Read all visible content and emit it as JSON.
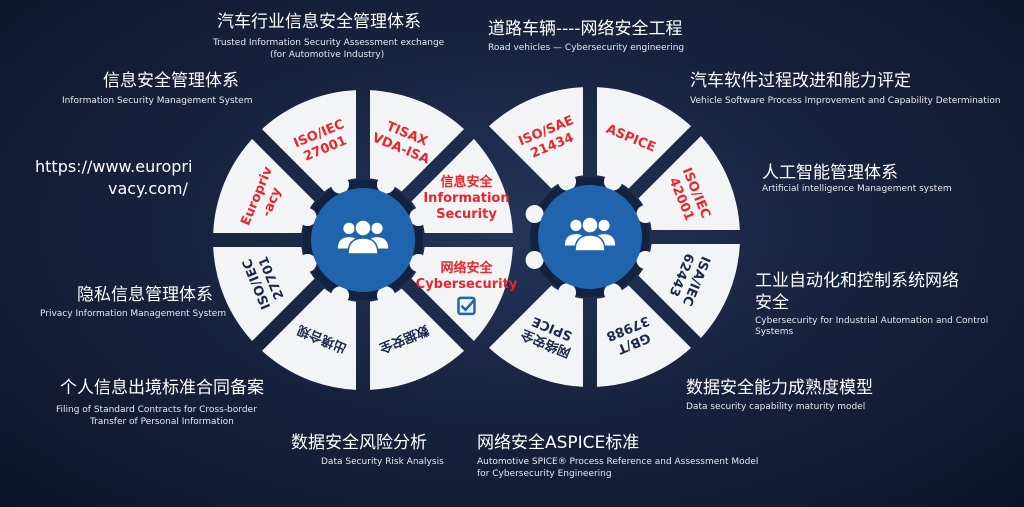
{
  "labels": {
    "tisax_cn": "汽车行业信息安全管理体系",
    "tisax_en1": "Trusted Information Security Assessment exchange",
    "tisax_en2": "(for Automotive Industry)",
    "isms_cn": "信息安全管理体系",
    "isms_en": "Information Security Management System",
    "euro_url1": "https://www.europri",
    "euro_url2": "vacy.com/",
    "pims_cn": "隐私信息管理体系",
    "pims_en": "Privacy Information Management System",
    "pi_cn": "个人信息出境标准合同备案",
    "pi_en1": "Filing of Standard Contracts for Cross-border",
    "pi_en2": "Transfer of Personal Information",
    "dsra_cn": "数据安全风险分析",
    "dsra_en": "Data Security Risk Analysis",
    "cspice_cn": "网络安全ASPICE标准",
    "cspice_en1": "Automotive SPICE® Process Reference and Assessment Model",
    "cspice_en2": "for Cybersecurity Engineering",
    "dsmm_cn": "数据安全能力成熟度模型",
    "dsmm_en": "Data security capability maturity model",
    "iacs_cn1": "工业自动化和控制系统网络",
    "iacs_cn2": "安全",
    "iacs_en1": "Cybersecurity for Industrial Automation and Control",
    "iacs_en2": "Systems",
    "ai_cn": "人工智能管理体系",
    "ai_en": "Artificial intelligence  Management system",
    "aspice_cn": "汽车软件过程改进和能力评定",
    "aspice_en": "Vehicle Software Process Improvement and Capability Determination",
    "road_cn": "道路车辆----网络安全工程",
    "road_en": "Road vehicles — Cybersecurity engineering"
  },
  "left_wheel": [
    {
      "lines": [
        "ISO/IEC",
        "27001"
      ],
      "dark": false
    },
    {
      "lines": [
        "TISAX",
        "VDA-ISA"
      ],
      "dark": false
    },
    {
      "lines": [
        "信息安全",
        "Information",
        "Security"
      ],
      "dark": false,
      "flat": true
    },
    {
      "lines": [
        "网络安全",
        "Cybersecurity"
      ],
      "dark": false,
      "flat": true,
      "check": true
    },
    {
      "lines": [
        "数据安全"
      ],
      "dark": true
    },
    {
      "lines": [
        "出境合规"
      ],
      "dark": true
    },
    {
      "lines": [
        "ISO/IEC",
        "27701"
      ],
      "dark": true
    },
    {
      "lines": [
        "Europriv",
        "-acy"
      ],
      "dark": false
    }
  ],
  "right_wheel": [
    {
      "lines": [
        "ISO/SAE",
        "21434"
      ],
      "dark": false
    },
    {
      "lines": [
        "ASPICE"
      ],
      "dark": false
    },
    {
      "lines": [
        "ISO/IEC",
        "42001"
      ],
      "dark": false
    },
    {
      "lines": [
        "ISA/IEC",
        "62443"
      ],
      "dark": true
    },
    {
      "lines": [
        "GB/T",
        "37988"
      ],
      "dark": true
    },
    {
      "lines": [
        "网络安全",
        "SPICE"
      ],
      "dark": true
    }
  ],
  "colors": {
    "wedge": "#f3f4f6",
    "hub": "#1f64ad",
    "accent": "#e8262c",
    "bg": "#17243f"
  }
}
